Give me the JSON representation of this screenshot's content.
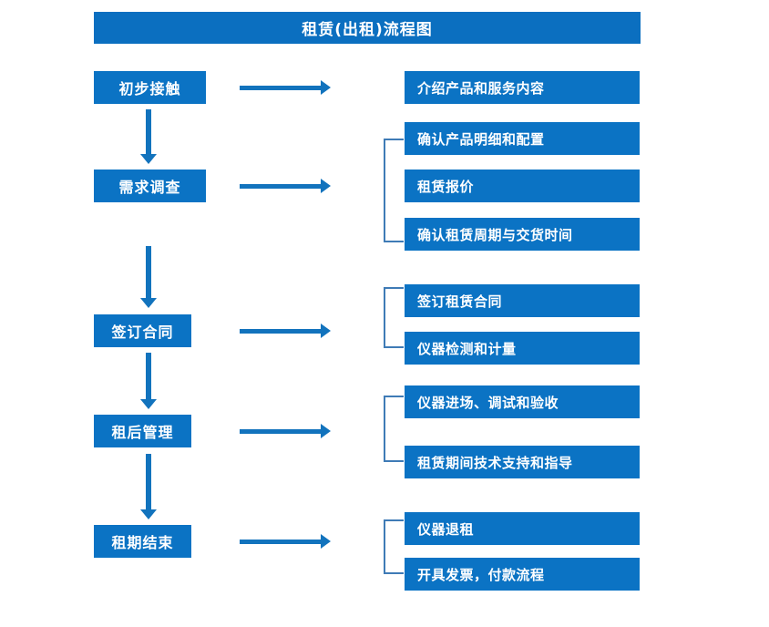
{
  "title": {
    "text": "租赁(出租)流程图"
  },
  "colors": {
    "box_blue": "#0b73c4",
    "title_blue": "#0b6fc0",
    "arrow_blue": "#1273bd",
    "bracket_blue": "#3f7bb6",
    "text_white": "#ffffff",
    "background": "#ffffff"
  },
  "stages": [
    {
      "id": "stage-1",
      "label": "初步接触"
    },
    {
      "id": "stage-2",
      "label": "需求调查"
    },
    {
      "id": "stage-3",
      "label": "签订合同"
    },
    {
      "id": "stage-4",
      "label": "租后管理"
    },
    {
      "id": "stage-5",
      "label": "租期结束"
    }
  ],
  "details": [
    {
      "id": "detail-1",
      "label": "介绍产品和服务内容"
    },
    {
      "id": "detail-2",
      "label": "确认产品明细和配置"
    },
    {
      "id": "detail-3",
      "label": "租赁报价"
    },
    {
      "id": "detail-4",
      "label": "确认租赁周期与交货时间"
    },
    {
      "id": "detail-5",
      "label": "签订租赁合同"
    },
    {
      "id": "detail-6",
      "label": "仪器检测和计量"
    },
    {
      "id": "detail-7",
      "label": "仪器进场、调试和验收"
    },
    {
      "id": "detail-8",
      "label": "租赁期间技术支持和指导"
    },
    {
      "id": "detail-9",
      "label": "仪器退租"
    },
    {
      "id": "detail-10",
      "label": "开具发票，付款流程"
    }
  ],
  "connectors": {
    "horizontal_count": 5,
    "vertical_count": 4,
    "bracket_count": 4
  }
}
